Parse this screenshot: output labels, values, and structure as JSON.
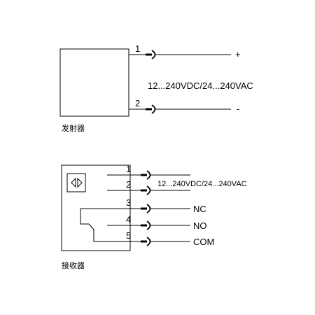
{
  "emitter": {
    "caption": "发射器",
    "pins": [
      {
        "number": "1",
        "signal": "+"
      },
      {
        "number": "2",
        "signal": "-"
      }
    ],
    "supply_label": "12...240VDC/24...240VAC"
  },
  "receiver": {
    "caption": "接收器",
    "pins": [
      {
        "number": "1",
        "signal": ""
      },
      {
        "number": "2",
        "signal": ""
      },
      {
        "number": "3",
        "signal": "NC"
      },
      {
        "number": "4",
        "signal": "NO"
      },
      {
        "number": "5",
        "signal": "COM"
      }
    ],
    "supply_label": "12...240VDC/24...240VAC"
  }
}
